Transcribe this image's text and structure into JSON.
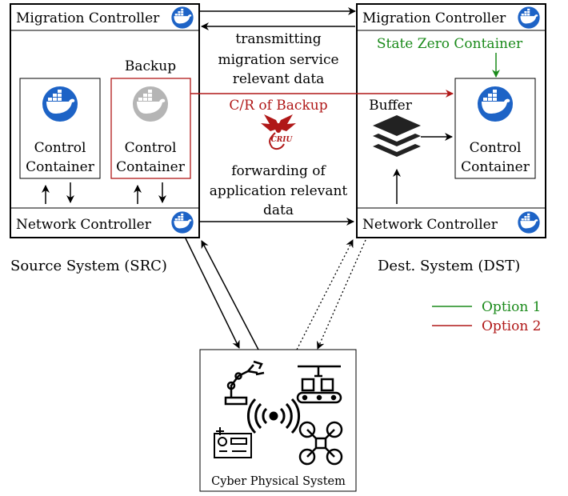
{
  "src": {
    "migration_controller": "Migration Controller",
    "network_controller": "Network Controller",
    "control_container_line1": "Control",
    "control_container_line2": "Container",
    "backup_label": "Backup",
    "backup_container_line1": "Control",
    "backup_container_line2": "Container",
    "system_label": "Source System (SRC)"
  },
  "dst": {
    "migration_controller": "Migration Controller",
    "network_controller": "Network Controller",
    "state_zero_label": "State Zero Container",
    "buffer_label": "Buffer",
    "control_container_line1": "Control",
    "control_container_line2": "Container",
    "system_label": "Dest. System (DST)"
  },
  "links": {
    "migration_line1": "transmitting",
    "migration_line2": "migration service",
    "migration_line3": "relevant data",
    "cr_backup": "C/R of Backup",
    "criu_logo_text": "CRIU",
    "forwarding_line1": "forwarding of",
    "forwarding_line2": "application relevant",
    "forwarding_line3": "data"
  },
  "cps": {
    "label": "Cyber Physical System"
  },
  "legend": [
    {
      "label": "Option 1",
      "color": "#1a8a1a"
    },
    {
      "label": "Option 2",
      "color": "#b01818"
    }
  ],
  "colors": {
    "docker_blue": "#1d63c6",
    "docker_gray": "#b5b5b5",
    "option1": "#1a8a1a",
    "option2": "#b01818"
  },
  "icons": [
    "docker-icon",
    "buffer-stack-icon",
    "criu-logo-icon",
    "robot-arm-icon",
    "conveyor-icon",
    "wireless-icon",
    "control-panel-icon",
    "drone-icon"
  ]
}
